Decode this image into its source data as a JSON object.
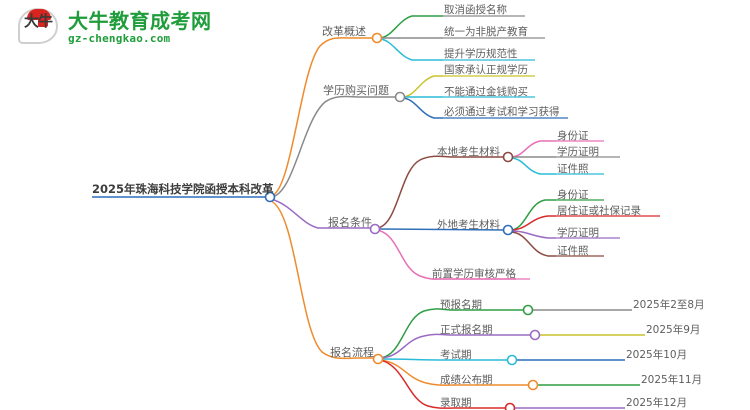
{
  "logo": {
    "mark_char": "大牛",
    "title": "大牛教育成考网",
    "subtitle": "gz-chengkao.com"
  },
  "mindmap": {
    "root": {
      "label": "2025年珠海科技学院函授本科改革",
      "color": "#2f6fba"
    },
    "branches": [
      {
        "label": "改革概述",
        "color": "#ef8b2c",
        "children": [
          {
            "label": "取消函授名称",
            "color": "#2f9e44"
          },
          {
            "label": "统一为非脱产教育",
            "color": "#8a8a8a"
          },
          {
            "label": "提升学历规范性",
            "color": "#2bbbd8"
          }
        ]
      },
      {
        "label": "学历购买问题",
        "color": "#8a8a8a",
        "children": [
          {
            "label": "国家承认正规学历",
            "color": "#c9c42a"
          },
          {
            "label": "不能通过金钱购买",
            "color": "#2bbbd8"
          },
          {
            "label": "必须通过考试和学习获得",
            "color": "#2f6fba"
          }
        ]
      },
      {
        "label": "报名条件",
        "color": "#9a6bc4",
        "children": [
          {
            "label": "本地考生材料",
            "color": "#8c4a42",
            "children": [
              {
                "label": "身份证",
                "color": "#e86fb6"
              },
              {
                "label": "学历证明",
                "color": "#8a8a8a"
              },
              {
                "label": "证件照",
                "color": "#2bbbd8"
              }
            ]
          },
          {
            "label": "外地考生材料",
            "color": "#2f6fba",
            "children": [
              {
                "label": "身份证",
                "color": "#2f9e44"
              },
              {
                "label": "居住证或社保记录",
                "color": "#d92b2b"
              },
              {
                "label": "学历证明",
                "color": "#9a6bc4"
              },
              {
                "label": "证件照",
                "color": "#8c4a42"
              }
            ]
          },
          {
            "label": "前置学历审核严格",
            "color": "#e86fb6"
          }
        ]
      },
      {
        "label": "报名流程",
        "color": "#ef8b2c",
        "children": [
          {
            "label": "预报名期",
            "color": "#2f9e44",
            "children": [
              {
                "label": "2025年2至8月",
                "color": "#8a8a8a"
              }
            ]
          },
          {
            "label": "正式报名期",
            "color": "#9a6bc4",
            "children": [
              {
                "label": "2025年9月",
                "color": "#c9c42a"
              }
            ]
          },
          {
            "label": "考试期",
            "color": "#2bbbd8",
            "children": [
              {
                "label": "2025年10月",
                "color": "#2f6fba"
              }
            ]
          },
          {
            "label": "成绩公布期",
            "color": "#ef8b2c",
            "children": [
              {
                "label": "2025年11月",
                "color": "#2f9e44"
              }
            ]
          },
          {
            "label": "录取期",
            "color": "#d92b2b",
            "children": [
              {
                "label": "2025年12月",
                "color": "#9a6bc4"
              }
            ]
          }
        ]
      }
    ]
  }
}
